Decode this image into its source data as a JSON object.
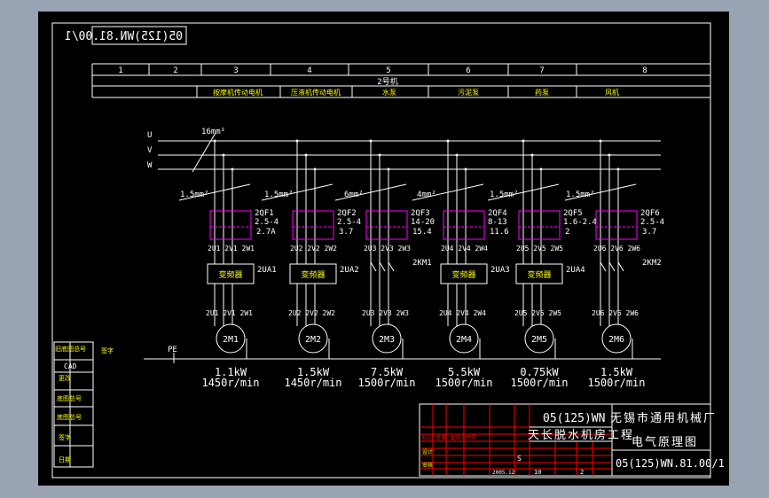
{
  "drawing_number_mirrored": "05(125)WN.81.00/1",
  "columns": [
    "1",
    "2",
    "3",
    "4",
    "5",
    "6",
    "7",
    "8"
  ],
  "section_title": "2号机",
  "column_functions": [
    "按摩机传动电机",
    "压液机传动电机",
    "水泵",
    "污泥泵",
    "药泵",
    "风机"
  ],
  "bus_labels": [
    "U",
    "V",
    "W"
  ],
  "main_cable": "16mm²",
  "branches": [
    {
      "cable": "1.5mm²",
      "breaker": "2QF1",
      "range": "2.5-4",
      "setting": "2.7A",
      "inputs": "2U1 2V1 2W1",
      "controller": "变频器",
      "ctrl_label": "2UA1",
      "outputs": "2U1 2V1 2W1",
      "motor": "2M1",
      "power": "1.1kW",
      "speed": "1450r/min"
    },
    {
      "cable": "1.5mm²",
      "breaker": "2QF2",
      "range": "2.5-4",
      "setting": "3.7",
      "inputs": "2U2 2V2 2W2",
      "controller": "变频器",
      "ctrl_label": "2UA2",
      "outputs": "2U2 2V2 2W2",
      "motor": "2M2",
      "power": "1.5kW",
      "speed": "1450r/min"
    },
    {
      "cable": "6mm²",
      "breaker": "2QF3",
      "range": "14-20",
      "setting": "15.4",
      "inputs": "2U3 2V3 2W3",
      "controller": "",
      "ctrl_label": "2KM1",
      "outputs": "2U3 2V3 2W3",
      "motor": "2M3",
      "power": "7.5kW",
      "speed": "1500r/min"
    },
    {
      "cable": "4mm²",
      "breaker": "2QF4",
      "range": "8-13",
      "setting": "11.6",
      "inputs": "2U4 2V4 2W4",
      "controller": "变频器",
      "ctrl_label": "2UA3",
      "outputs": "2U4 2V4 2W4",
      "motor": "2M4",
      "power": "5.5kW",
      "speed": "1500r/min"
    },
    {
      "cable": "1.5mm²",
      "breaker": "2QF5",
      "range": "1.6-2.4",
      "setting": "2",
      "inputs": "2U5 2V5 2W5",
      "controller": "变频器",
      "ctrl_label": "2UA4",
      "outputs": "2U5 2V5 2W5",
      "motor": "2M5",
      "power": "0.75kW",
      "speed": "1500r/min"
    },
    {
      "cable": "1.5mm²",
      "breaker": "2QF6",
      "range": "2.5-4",
      "setting": "3.7",
      "inputs": "2U6 2V6 2W6",
      "controller": "",
      "ctrl_label": "2KM2",
      "outputs": "2U6 2V6 2W6",
      "motor": "2M6",
      "power": "1.5kW",
      "speed": "1500r/min"
    }
  ],
  "pe_label": "PE",
  "left_strip": {
    "row1": "旧底图总号",
    "row1b": "签字",
    "cad": "CAD",
    "row3": "更改",
    "row4": "底图总号",
    "row5": "底图总号",
    "row6": "签字",
    "row7": "日期"
  },
  "title_block": {
    "code": "05(125)WN",
    "company": "无锡市通用机械厂",
    "project": "天长脱水机房工程",
    "drawing_title": "电气原理图",
    "drawing_number": "05(125)WN.81.00/1",
    "grid_text_1": "标记 处数 更改文件号",
    "grid_text_2": "设计",
    "grid_text_3": "审核",
    "grid_text_4": "S",
    "grid_text_5": "2005.12",
    "grid_text_6": "10",
    "grid_text_7": "2"
  }
}
